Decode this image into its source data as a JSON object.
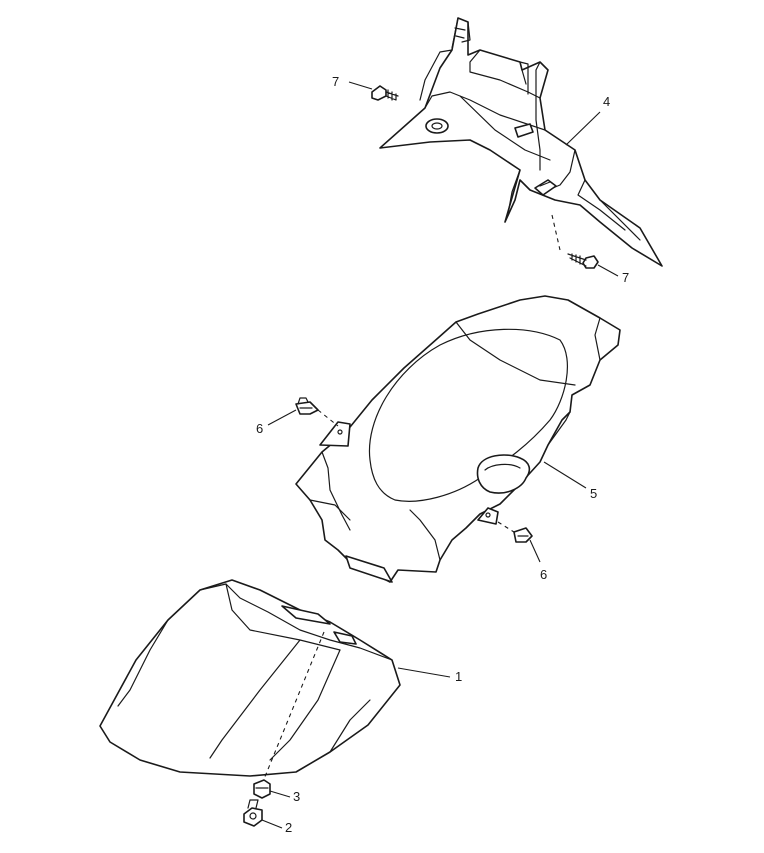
{
  "callouts": [
    {
      "id": "label-1",
      "text": "1"
    },
    {
      "id": "label-2",
      "text": "2"
    },
    {
      "id": "label-3",
      "text": "3"
    },
    {
      "id": "label-4",
      "text": "4"
    },
    {
      "id": "label-5",
      "text": "5"
    },
    {
      "id": "label-6a",
      "text": "6"
    },
    {
      "id": "label-6b",
      "text": "6"
    },
    {
      "id": "label-7a",
      "text": "7"
    },
    {
      "id": "label-7b",
      "text": "7"
    }
  ],
  "colors": {
    "line": "#1a1a1a",
    "background": "#ffffff"
  }
}
